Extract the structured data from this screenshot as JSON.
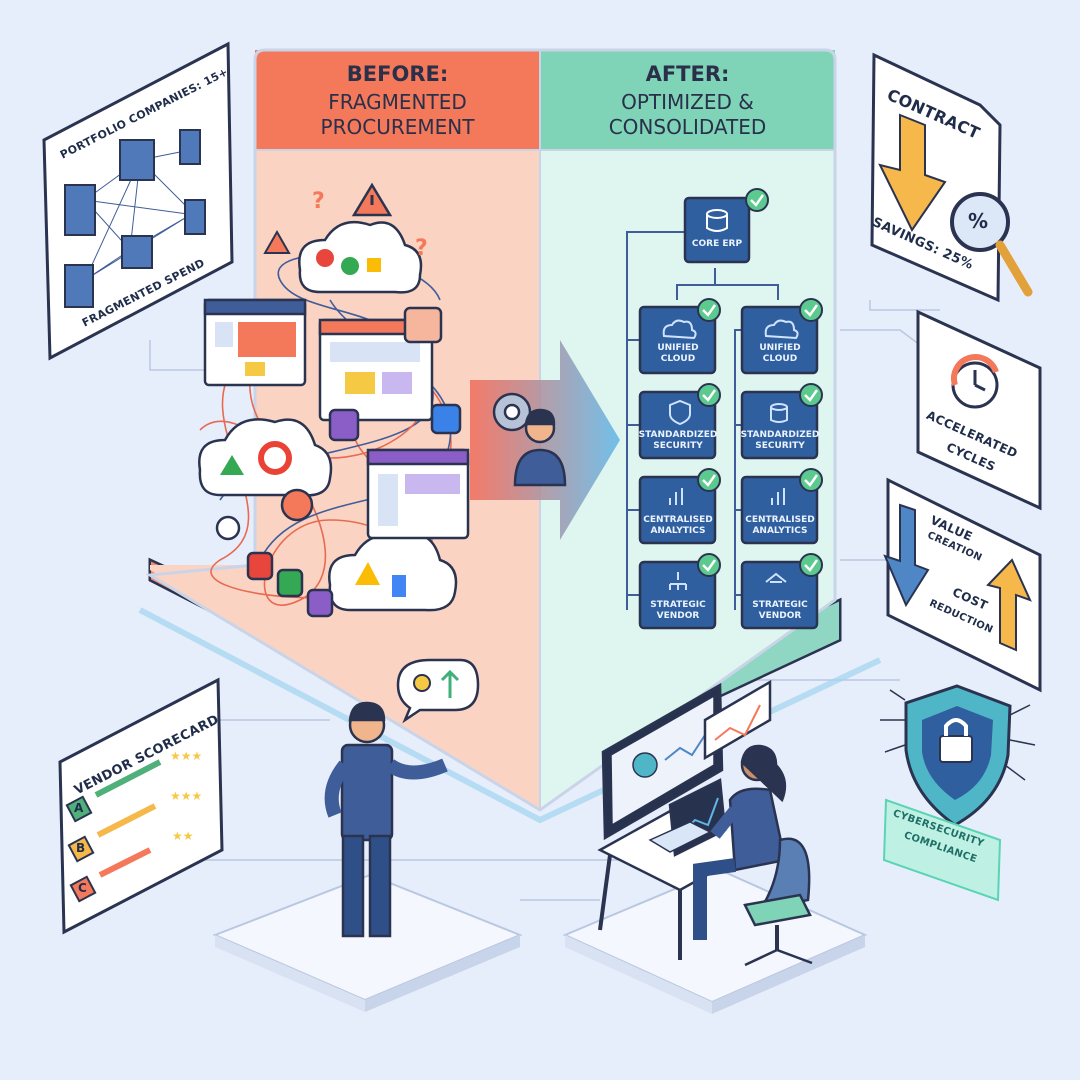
{
  "before": {
    "title": "BEFORE:",
    "subtitle_line1": "FRAGMENTED",
    "subtitle_line2": "PROCUREMENT"
  },
  "after": {
    "title": "AFTER:",
    "subtitle_line1": "OPTIMIZED &",
    "subtitle_line2": "CONSOLIDATED"
  },
  "portfolio_card": {
    "title": "PORTFOLIO COMPANIES: 15+",
    "footer": "FRAGMENTED SPEND"
  },
  "contract_card": {
    "title": "CONTRACT",
    "savings": "SAVINGS: 25%"
  },
  "cycles_card": {
    "line1": "ACCELERATED",
    "line2": "CYCLES"
  },
  "value_card": {
    "value_line1": "VALUE",
    "value_line2": "CREATION",
    "cost_line1": "COST",
    "cost_line2": "REDUCTION"
  },
  "security_badge": {
    "line1": "CYBERSECURITY",
    "line2": "COMPLIANCE"
  },
  "vendor_scorecard": {
    "title": "VENDOR SCORECARD",
    "grades": [
      "A",
      "B",
      "C"
    ]
  },
  "architecture": {
    "core": "CORE ERP",
    "left_column": [
      {
        "line1": "UNIFIED",
        "line2": "CLOUD",
        "icon": "cloud-icon"
      },
      {
        "line1": "STANDARDIZED",
        "line2": "SECURITY",
        "icon": "shield-icon"
      },
      {
        "line1": "CENTRALISED",
        "line2": "ANALYTICS",
        "icon": "bar-chart-icon"
      },
      {
        "line1": "STRATEGIC",
        "line2": "VENDOR",
        "icon": "org-chart-icon"
      }
    ],
    "right_column": [
      {
        "line1": "UNIFIED",
        "line2": "CLOUD",
        "icon": "cloud-icon"
      },
      {
        "line1": "STANDARDIZED",
        "line2": "SECURITY",
        "icon": "database-icon"
      },
      {
        "line1": "CENTRALISED",
        "line2": "ANALYTICS",
        "icon": "bar-chart-icon"
      },
      {
        "line1": "STRATEGIC",
        "line2": "VENDOR",
        "icon": "handshake-icon"
      }
    ]
  },
  "colors": {
    "before_header": "#f4795a",
    "before_panel": "#fbd3c3",
    "after_header": "#7fd4b8",
    "after_panel": "#dff5f0",
    "box_blue": "#2f5f9e",
    "check_green": "#5cc98f",
    "outline": "#2a3350"
  }
}
